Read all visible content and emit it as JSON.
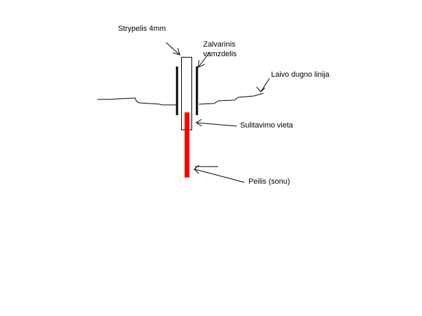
{
  "labels": {
    "rod": "Strypelis 4mm",
    "tube_line1": "Zalvarinis",
    "tube_line2": "vamzdelis",
    "hull_line": "Laivo dugno linija",
    "weld_spot": "Sulitavimo vieta",
    "blade": "Peilis (sonu)"
  },
  "colors": {
    "background": "#ffffff",
    "ink": "#000000",
    "blade": "#ff0000",
    "rod_fill": "#ffffff"
  }
}
